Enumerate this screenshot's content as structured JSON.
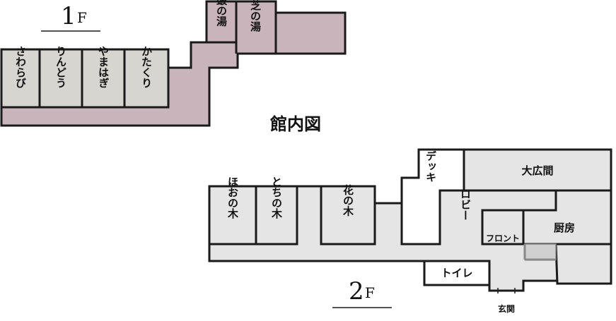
{
  "title": "館内図",
  "colors": {
    "floor1_corridor": "#c8b4ba",
    "floor1_room": "#d7d5d0",
    "floor2_fill": "#e5e5e5",
    "wall": "#1a1a1a"
  },
  "floor1": {
    "label_num": "1",
    "label_unit": "F",
    "rooms": {
      "sawarabi": "さわらび",
      "rindou": "りんどう",
      "yamahagi": "やまはぎ",
      "katakuri": "かたくり",
      "tsuzumi_no_yu": "皷の湯",
      "akashiba_no_yu": "赤芝の湯"
    }
  },
  "floor2": {
    "label_num": "2",
    "label_unit": "F",
    "rooms": {
      "hoonoki": "ほおの木",
      "tochinoki": "とちの木",
      "hananoki": "花の木",
      "deck": "デッキ",
      "ohiroma": "大広間",
      "lobby": "ロビー",
      "front": "フロント",
      "chubo": "厨房",
      "toilet": "トイレ",
      "genkan": "玄関"
    }
  }
}
